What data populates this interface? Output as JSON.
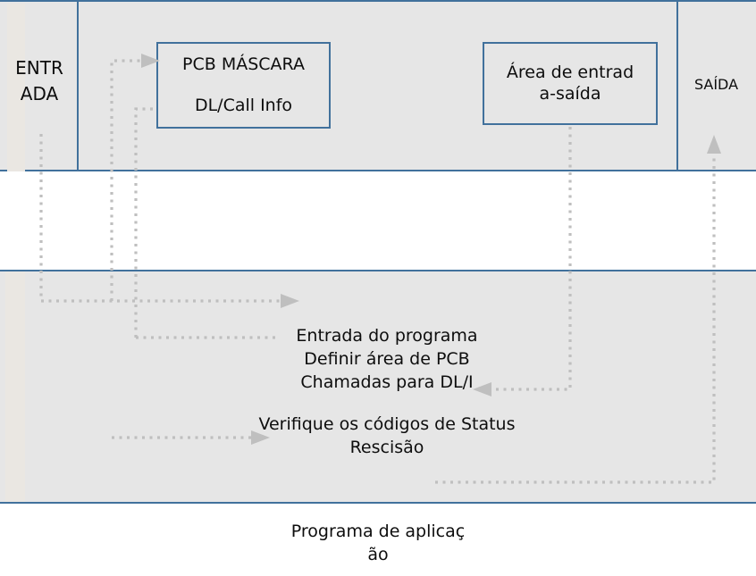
{
  "diagram": {
    "title_caption": "Programa de aplicaç\não",
    "accent_color": "#41719c",
    "band_fill": "#e6e6e6",
    "connector_color": "#bfbfbf",
    "regions": {
      "entrada": {
        "label": "ENTR\nADA"
      },
      "saida": {
        "label": "SAÍDA"
      }
    },
    "boxes": {
      "pcb_mask": {
        "line1": "PCB MÁSCARA",
        "line2": "DL/Call Info"
      },
      "io_area": {
        "label": "Área de entrad\na-saída"
      }
    },
    "program": {
      "block1": "Entrada do programa\nDefinir área de PCB\nChamadas para DL/I",
      "block2": "Verifique os códigos de Status\nRescisão"
    },
    "connectors": [
      {
        "name": "entrada-to-program",
        "from": "ENTRADA",
        "to": "Entrada do programa",
        "style": "dotted-arrow"
      },
      {
        "name": "program-to-pcb-mask",
        "from": "Programa de aplicação",
        "to": "PCB MÁSCARA",
        "style": "dotted-arrow"
      },
      {
        "name": "program-to-dl-call-info",
        "from": "Programa de aplicação",
        "to": "DL/Call Info",
        "style": "dotted"
      },
      {
        "name": "io-area-to-dl-i-calls",
        "from": "Área de entrada-saída",
        "to": "Chamadas para DL/I",
        "style": "dotted-arrow"
      },
      {
        "name": "status-check-return",
        "from": "Verifique os códigos de Status",
        "to": "Rescisão",
        "style": "dotted-arrow"
      },
      {
        "name": "program-to-saida",
        "from": "Programa de aplicação",
        "to": "SAÍDA",
        "style": "dotted-arrow"
      }
    ]
  }
}
